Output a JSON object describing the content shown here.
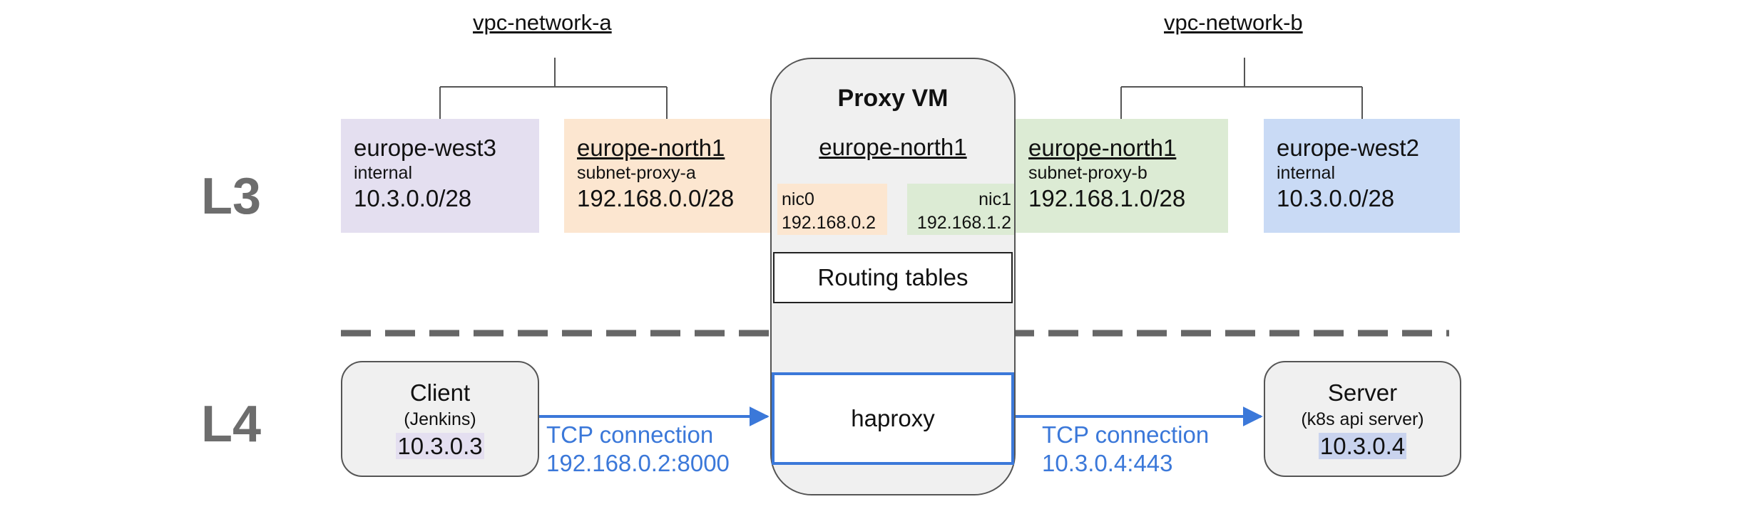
{
  "networks": [
    {
      "label": "vpc-network-a"
    },
    {
      "label": "vpc-network-b"
    }
  ],
  "layers": {
    "l3": "L3",
    "l4": "L4"
  },
  "subnets": [
    {
      "region": "europe-west3",
      "name": "internal",
      "cidr": "10.3.0.0/28",
      "color": "#e4dff0"
    },
    {
      "region": "europe-north1",
      "name": "subnet-proxy-a",
      "cidr": "192.168.0.0/28",
      "color": "#fce6d0"
    },
    {
      "region": "europe-north1",
      "name": "subnet-proxy-b",
      "cidr": "192.168.1.0/28",
      "color": "#dcebd4"
    },
    {
      "region": "europe-west2",
      "name": "internal",
      "cidr": "10.3.0.0/28",
      "color": "#c9daf5"
    }
  ],
  "proxy": {
    "title": "Proxy VM",
    "region": "europe-north1",
    "nic0": {
      "name": "nic0",
      "ip": "192.168.0.2"
    },
    "nic1": {
      "name": "nic1",
      "ip": "192.168.1.2"
    },
    "routing": "Routing tables",
    "haproxy": "haproxy"
  },
  "client": {
    "title": "Client",
    "subtitle": "(Jenkins)",
    "ip": "10.3.0.3"
  },
  "server": {
    "title": "Server",
    "subtitle": "(k8s api server)",
    "ip": "10.3.0.4"
  },
  "connections": [
    {
      "label": "TCP connection",
      "target": "192.168.0.2:8000"
    },
    {
      "label": "TCP connection",
      "target": "10.3.0.4:443"
    }
  ],
  "colors": {
    "accent": "#3b78d9",
    "layer_text": "#6d6d6d",
    "dash": "#666666"
  }
}
